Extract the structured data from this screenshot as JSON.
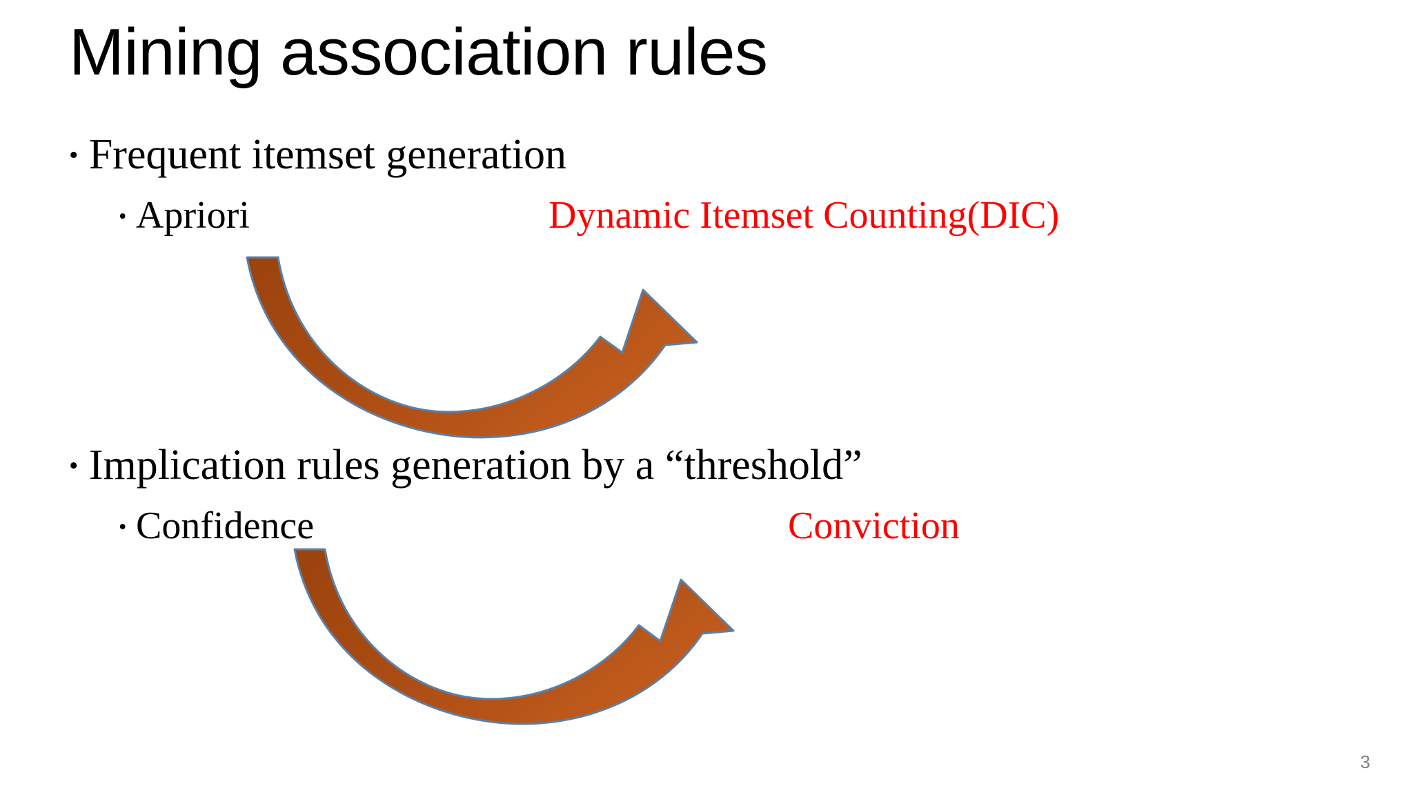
{
  "slide": {
    "title": "Mining association rules",
    "page_number": "3",
    "background_color": "#FFFFFF"
  },
  "colors": {
    "title_text": "#000000",
    "body_text": "#000000",
    "highlight_text": "#FF0000",
    "arrow_fill": "#A84A11",
    "arrow_fill_light": "#C05A1B",
    "arrow_outline": "#5B7FA6",
    "page_number_text": "#7F7F7F"
  },
  "body": {
    "groups": [
      {
        "level1": {
          "bullet_glyph": "•",
          "text": "Frequent itemset generation"
        },
        "level2": {
          "bullet_glyph": "•",
          "text": "Apriori"
        },
        "highlight": "Dynamic Itemset Counting(DIC)",
        "arrow": {
          "name": "curved-arrow-apriori-to-dic",
          "direction": "up-right",
          "shape": "u-curve"
        }
      },
      {
        "level1": {
          "bullet_glyph": "•",
          "text": "Implication rules generation by a “threshold”"
        },
        "level2": {
          "bullet_glyph": "•",
          "text": "Confidence"
        },
        "highlight": "Conviction",
        "arrow": {
          "name": "curved-arrow-confidence-to-conviction",
          "direction": "up-right",
          "shape": "u-curve"
        }
      }
    ]
  }
}
